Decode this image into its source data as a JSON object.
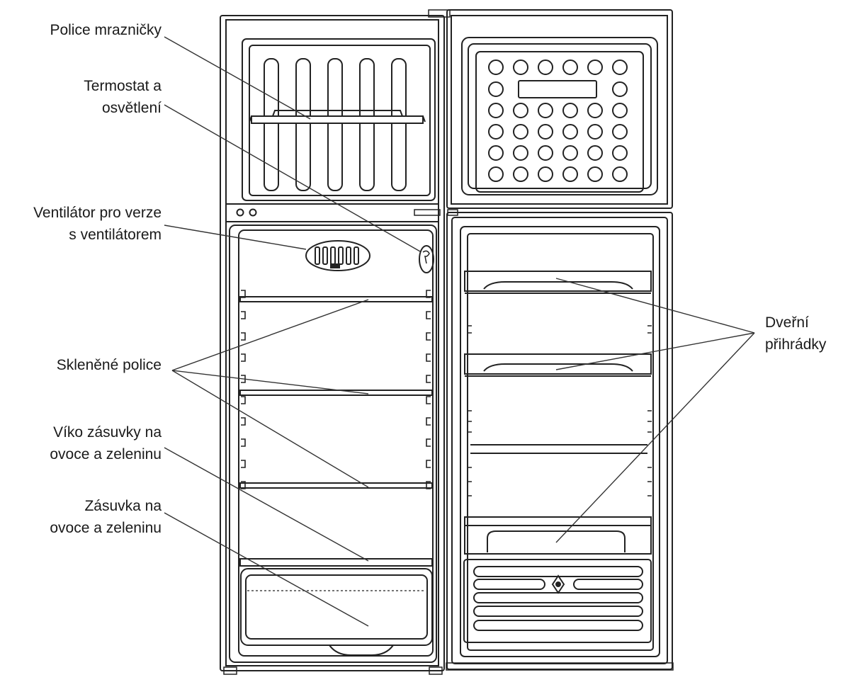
{
  "labels": {
    "freezer_shelf": "Police mrazničky",
    "thermostat_line1": "Termostat a",
    "thermostat_line2": "osvětlení",
    "fan_line1": "Ventilátor pro verze",
    "fan_line2": "s ventilátorem",
    "glass_shelves": "Skleněné police",
    "crisper_lid_line1": "Víko zásuvky na",
    "crisper_lid_line2": "ovoce a zeleninu",
    "crisper_line1": "Zásuvka na",
    "crisper_line2": "ovoce a zeleninu",
    "door_bins_line1": "Dveřní",
    "door_bins_line2": "přihrádky"
  },
  "colors": {
    "line": "#222222",
    "text": "#1a1a1a",
    "background": "#ffffff"
  }
}
